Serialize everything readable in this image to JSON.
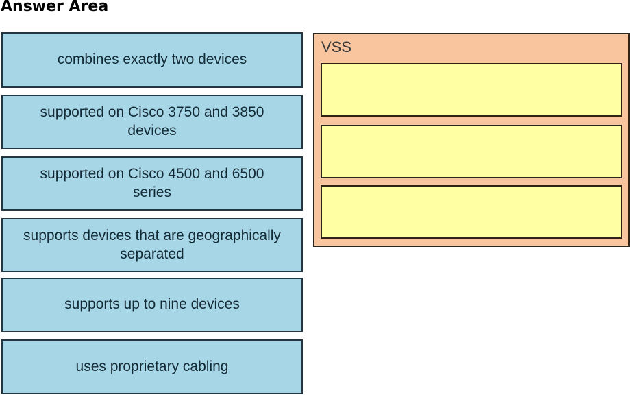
{
  "page": {
    "title": "Answer Area"
  },
  "drag_options": [
    "combines exactly two devices",
    "supported on Cisco 3750 and 3850\ndevices",
    "supported on Cisco 4500 and 6500\nseries",
    "supports devices that are geographically\nseparated",
    "supports up to nine devices",
    "uses proprietary cabling"
  ],
  "drop_group": {
    "label": "VSS",
    "slot_count": 3
  },
  "colors": {
    "page_bg": "#ffffff",
    "title_text": "#000000",
    "option_fill": "#a7d6e7",
    "option_border": "#233642",
    "option_text": "#142b36",
    "group_fill": "#f9c59e",
    "group_border": "#2e2417",
    "group_label_text": "#3a3a3a",
    "slot_fill": "#ffffa4",
    "slot_border": "#2e2417"
  }
}
